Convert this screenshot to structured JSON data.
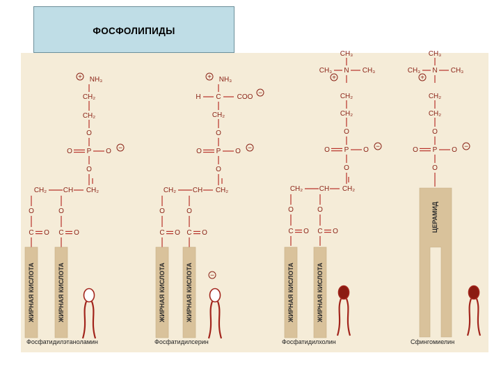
{
  "title": "ФОСФОЛИПИДЫ",
  "colors": {
    "bond": "#b8322a",
    "text": "#8a2317",
    "tail_bar": "#d9c29b",
    "page_bg": "#f5ecd8"
  },
  "labels": {
    "nh3": "NH₃",
    "ch2": "CH₂",
    "ch": "CH",
    "ch3": "CH₃",
    "o": "O",
    "p": "P",
    "c": "C",
    "h": "H",
    "n": "N",
    "coo": "COO",
    "plus": "+",
    "minus": "−",
    "fatty_acid": "ЖИРНАЯ КИСЛОТА",
    "ceramide": "ЦЕРАМИД"
  },
  "molecules": [
    {
      "name": "Фосфатидилэтаноламин"
    },
    {
      "name": "Фосфатидилсерин"
    },
    {
      "name": "Фосфатидилхолин"
    },
    {
      "name": "Сфингомиелин"
    }
  ]
}
